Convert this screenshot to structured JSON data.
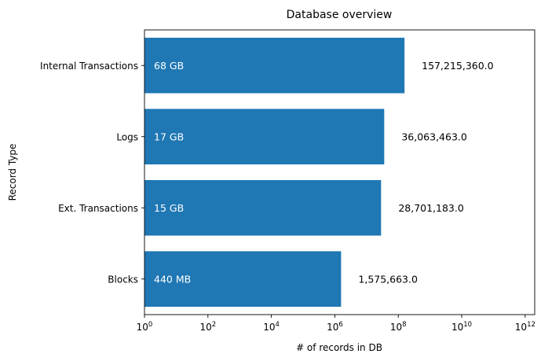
{
  "chart_data": {
    "type": "bar",
    "orientation": "horizontal",
    "title": "Database overview",
    "xlabel": "# of records in DB",
    "ylabel": "Record Type",
    "xscale": "log",
    "xlim": [
      1,
      2000000000000.0
    ],
    "x_ticks": [
      {
        "base": "10",
        "exp": "0"
      },
      {
        "base": "10",
        "exp": "2"
      },
      {
        "base": "10",
        "exp": "4"
      },
      {
        "base": "10",
        "exp": "6"
      },
      {
        "base": "10",
        "exp": "8"
      },
      {
        "base": "10",
        "exp": "10"
      },
      {
        "base": "10",
        "exp": "12"
      }
    ],
    "categories": [
      "Internal Transactions",
      "Logs",
      "Ext. Transactions",
      "Blocks"
    ],
    "values": [
      157215360.0,
      36063463.0,
      28701183.0,
      1575663.0
    ],
    "value_labels": [
      "157,215,360.0",
      "36,063,463.0",
      "28,701,183.0",
      "1,575,663.0"
    ],
    "size_labels": [
      "68 GB",
      "17 GB",
      "15 GB",
      "440 MB"
    ],
    "bar_color": "#1f77b4",
    "grid": false,
    "legend": "none"
  }
}
